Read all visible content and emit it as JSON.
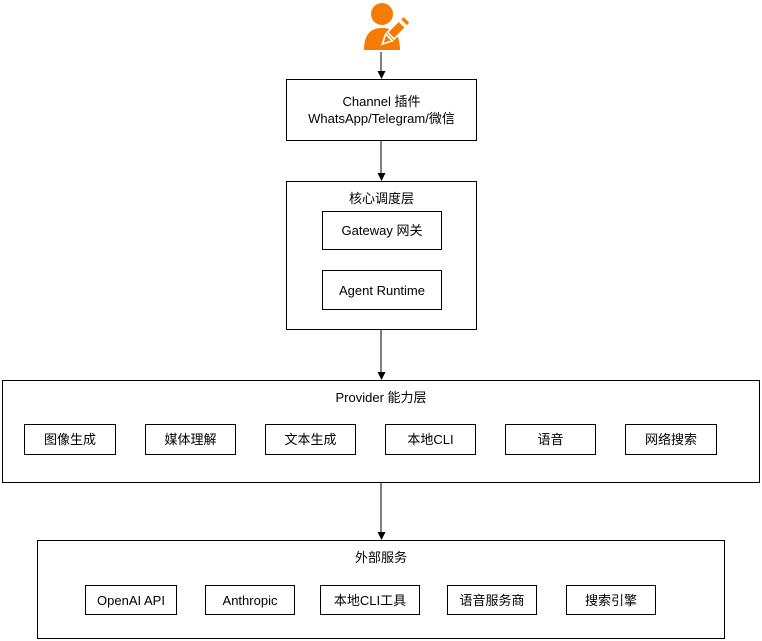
{
  "diagram": {
    "colors": {
      "actor_orange": "#F57C00",
      "stroke": "#000000",
      "fill": "#ffffff"
    },
    "actor": {
      "icon": "user-edit-icon"
    },
    "channel": {
      "line1": "Channel 插件",
      "line2": "WhatsApp/Telegram/微信"
    },
    "core": {
      "title": "核心调度层",
      "gateway": "Gateway 网关",
      "agent_runtime": "Agent Runtime"
    },
    "provider": {
      "title": "Provider 能力层",
      "items": [
        "图像生成",
        "媒体理解",
        "文本生成",
        "本地CLI",
        "语音",
        "网络搜索"
      ]
    },
    "external": {
      "title": "外部服务",
      "items": [
        "OpenAI API",
        "Anthropic",
        "本地CLI工具",
        "语音服务商",
        "搜索引擎"
      ]
    }
  }
}
